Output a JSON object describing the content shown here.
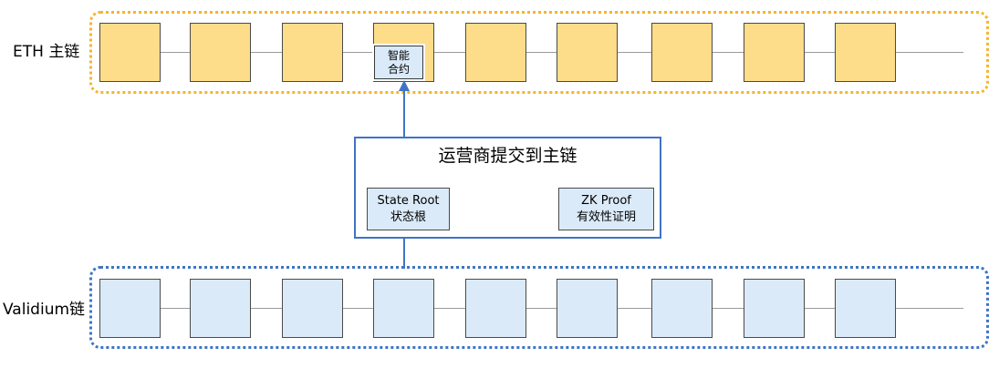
{
  "eth_chain": {
    "label": "ETH 主链",
    "block_count": 9,
    "block_fill": "#fedd8a",
    "frame_color": "#f5b52e",
    "contract": {
      "line1": "智能",
      "line2": "合约"
    }
  },
  "validium_chain": {
    "label": "Validium链",
    "block_count": 9,
    "block_fill": "#dbeaf8",
    "frame_color": "#3f74c4"
  },
  "operator": {
    "title": "运营商提交到主链",
    "state_root": {
      "line1": "State Root",
      "line2": "状态根"
    },
    "zk_proof": {
      "line1": "ZK Proof",
      "line2": "有效性证明"
    }
  },
  "colors": {
    "connector": "#3f74c4",
    "chain_line": "#9a9a9a"
  }
}
